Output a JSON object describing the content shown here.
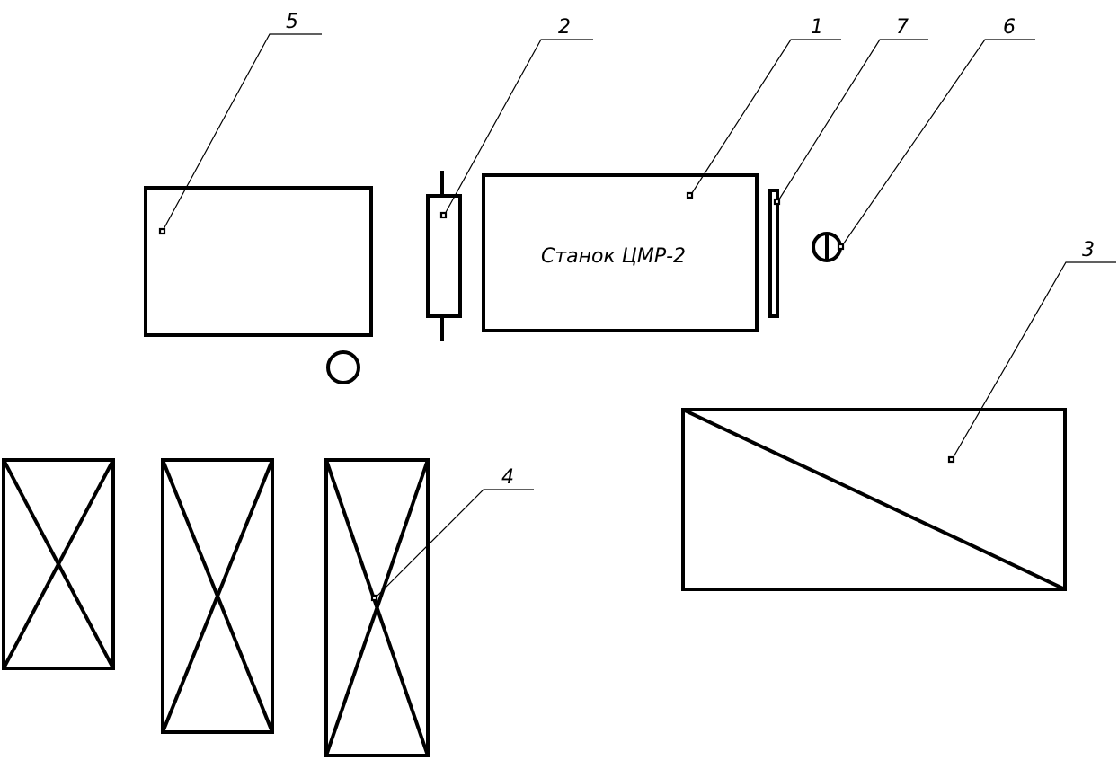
{
  "callouts": {
    "c1": "1",
    "c2": "2",
    "c3": "3",
    "c4": "4",
    "c5": "5",
    "c6": "6",
    "c7": "7"
  },
  "machine_label": "Станок ЦМР-2"
}
